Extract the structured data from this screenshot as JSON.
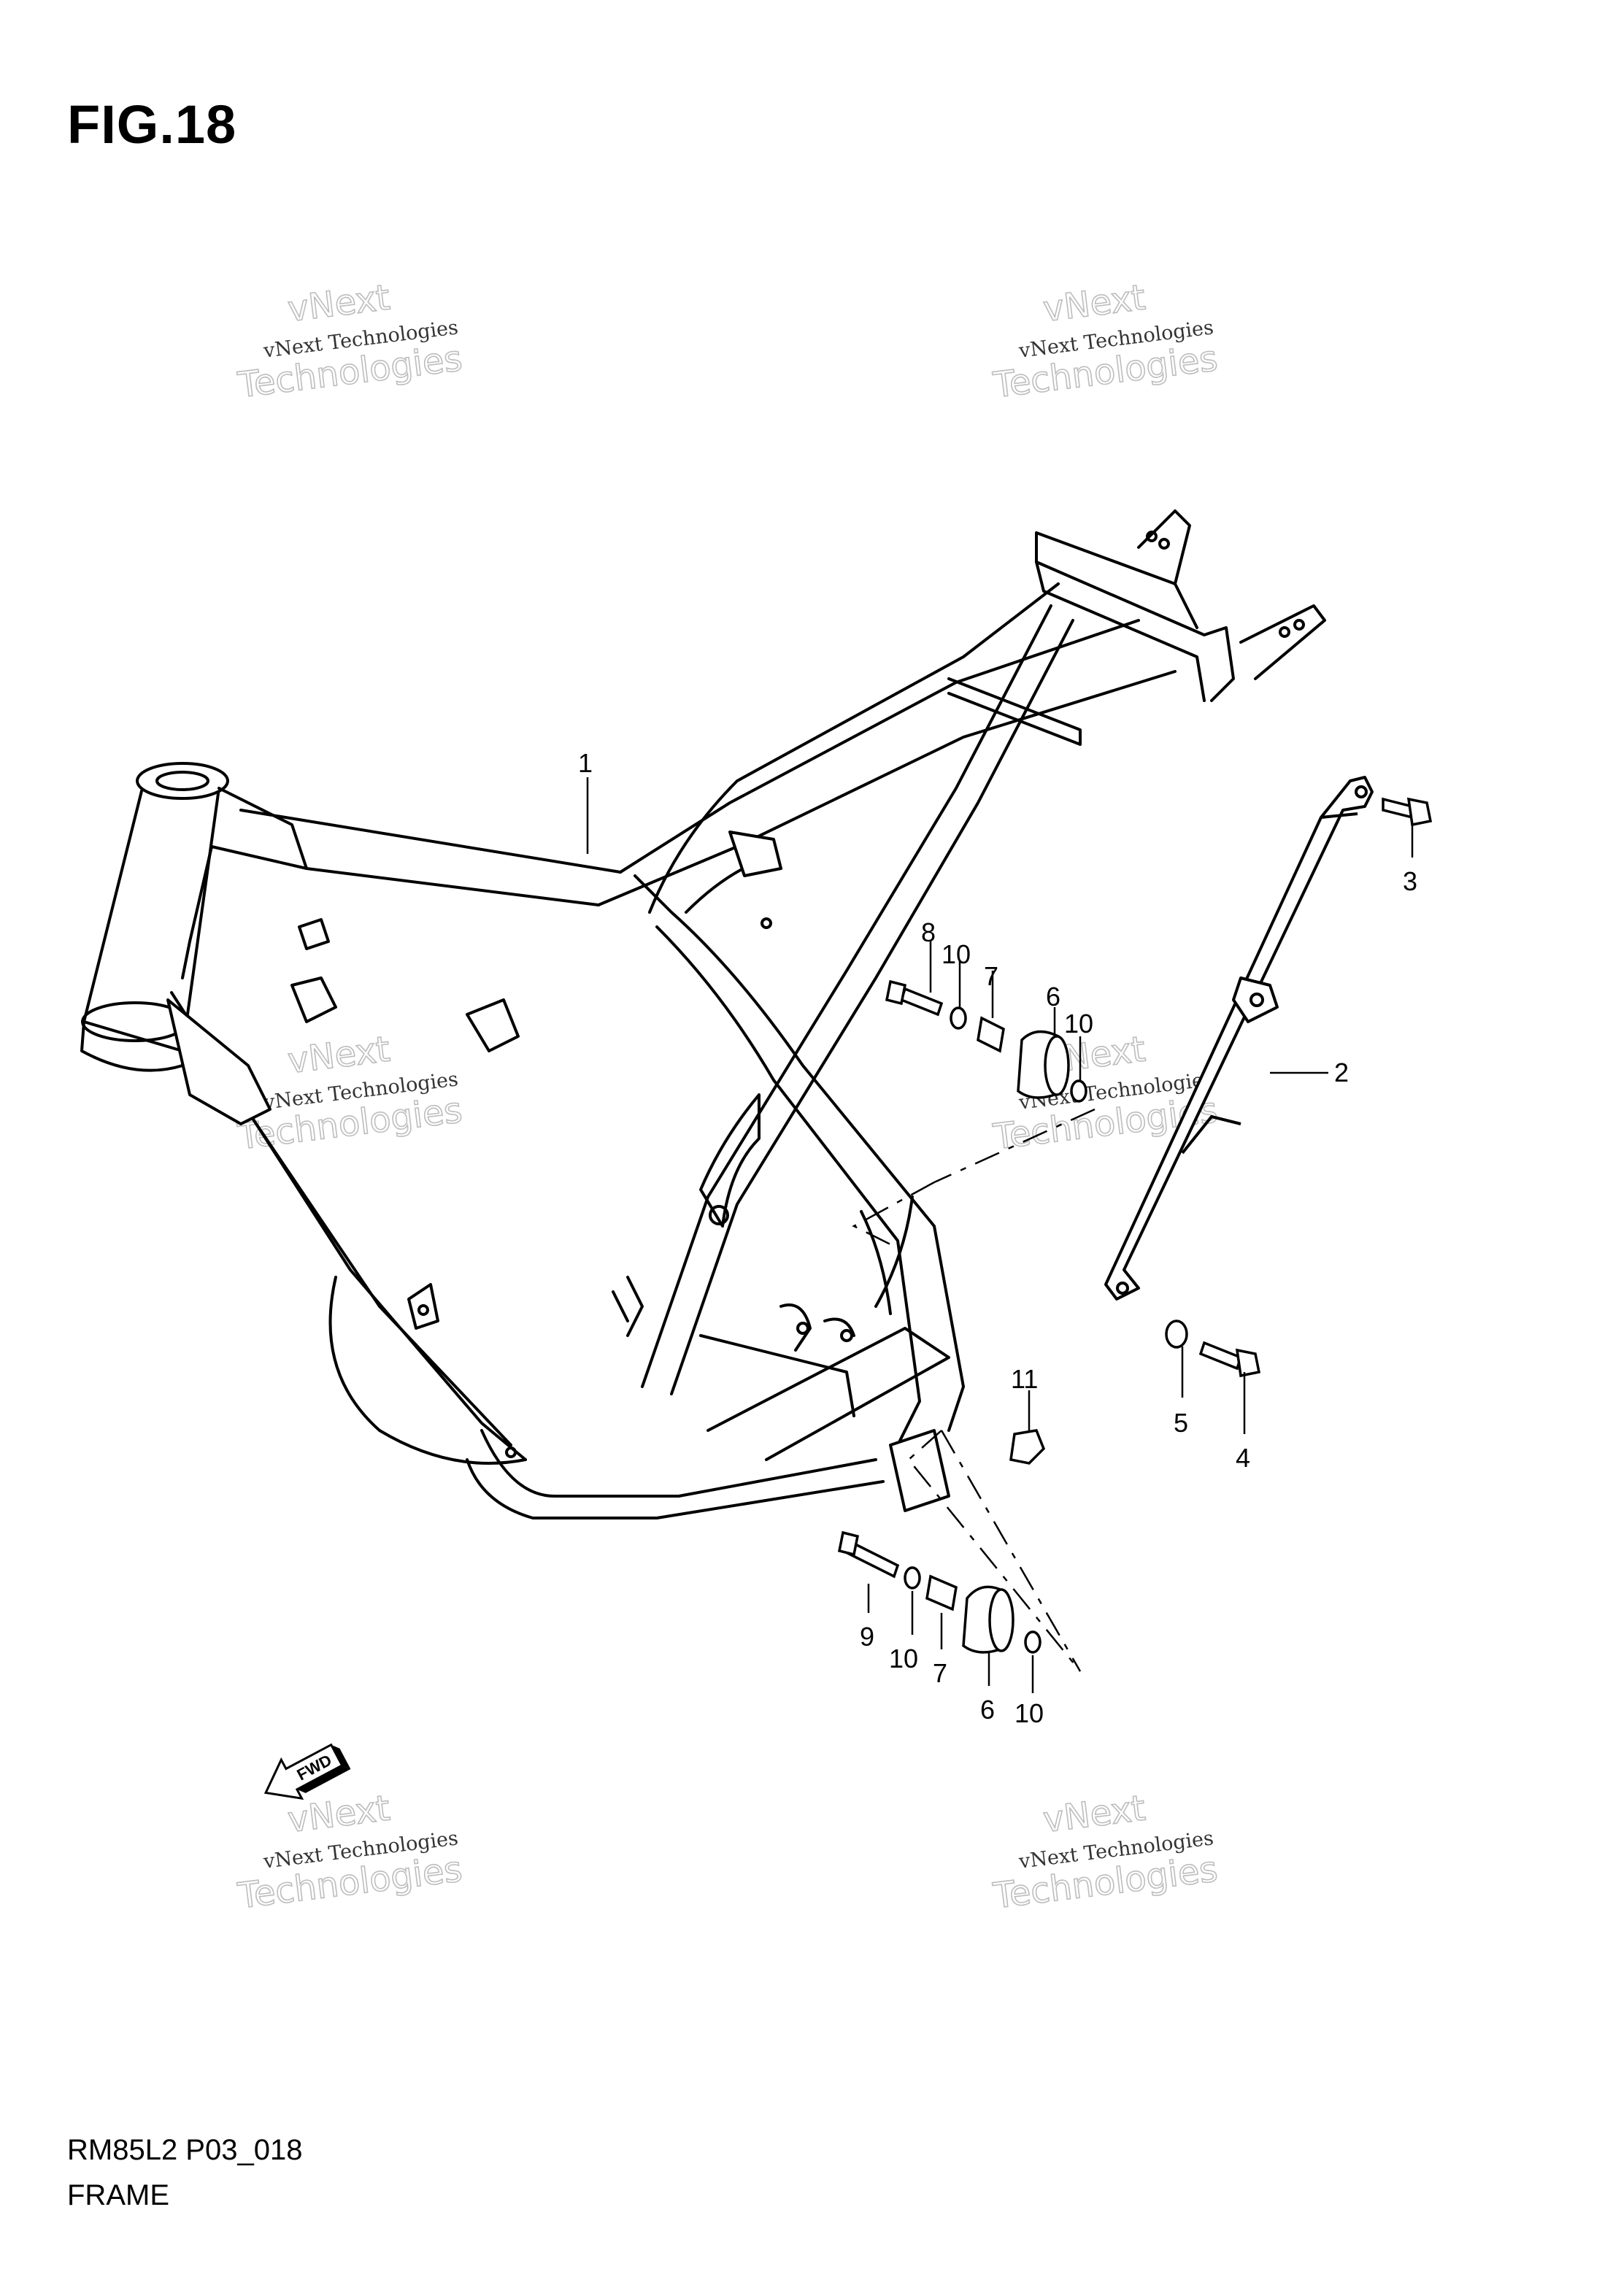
{
  "figure": {
    "title": "FIG.18",
    "model_code": "RM85L2 P03_018",
    "name": "FRAME"
  },
  "forward_label": "FWD",
  "watermarks": [
    {
      "line1": "vNext Technologies",
      "line2": "vNext",
      "line3": "Technologies"
    },
    {
      "line1": "vNext Technologies",
      "line2": "vNext",
      "line3": "Technologies"
    },
    {
      "line1": "vNext Technologies",
      "line2": "vNext",
      "line3": "Technologies"
    },
    {
      "line1": "vNext Technologies",
      "line2": "vNext",
      "line3": "Technologies"
    },
    {
      "line1": "vNext Technologies",
      "line2": "vNext",
      "line3": "Technologies"
    },
    {
      "line1": "vNext Technologies",
      "line2": "vNext",
      "line3": "Technologies"
    }
  ],
  "callouts": [
    "1",
    "2",
    "3",
    "4",
    "5",
    "6",
    "6",
    "7",
    "7",
    "8",
    "9",
    "10",
    "10",
    "10",
    "10",
    "11"
  ],
  "colors": {
    "line": "#000000",
    "watermark": "#bdbdbd",
    "background": "#ffffff"
  }
}
